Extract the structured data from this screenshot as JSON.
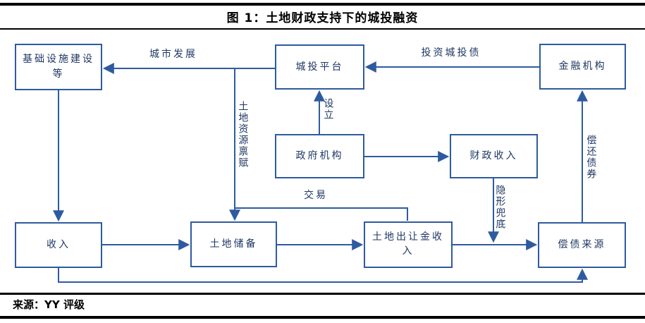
{
  "header": {
    "title": "图 1：土地财政支持下的城投融资"
  },
  "footer": {
    "source": "来源：YY 评级"
  },
  "colors": {
    "accent_blue": "#2E5B9F",
    "text_navy": "#1F3864",
    "rule_black": "#000000"
  },
  "diagram": {
    "nodes": {
      "infrastructure": {
        "label": "基础设施建设\n等"
      },
      "platform": {
        "label": "城投平台"
      },
      "financial": {
        "label": "金融机构"
      },
      "government": {
        "label": "政府机构"
      },
      "fiscal_revenue": {
        "label": "财政收入"
      },
      "income": {
        "label": "收入"
      },
      "land_reserve": {
        "label": "土地储备"
      },
      "land_transfer_income": {
        "label": "土地出让金收\n入"
      },
      "repayment_source": {
        "label": "偿债来源"
      }
    },
    "edge_labels": {
      "urban_development": {
        "label": "城市发展"
      },
      "invest_city_bonds": {
        "label": "投资城投债"
      },
      "establish": {
        "label": "设立"
      },
      "land_endowment": {
        "label": "土地资源禀赋"
      },
      "transaction": {
        "label": "交易"
      },
      "implicit_backstop": {
        "label": "隐形兜底"
      },
      "repay_bonds": {
        "label": "偿还债券"
      }
    }
  }
}
